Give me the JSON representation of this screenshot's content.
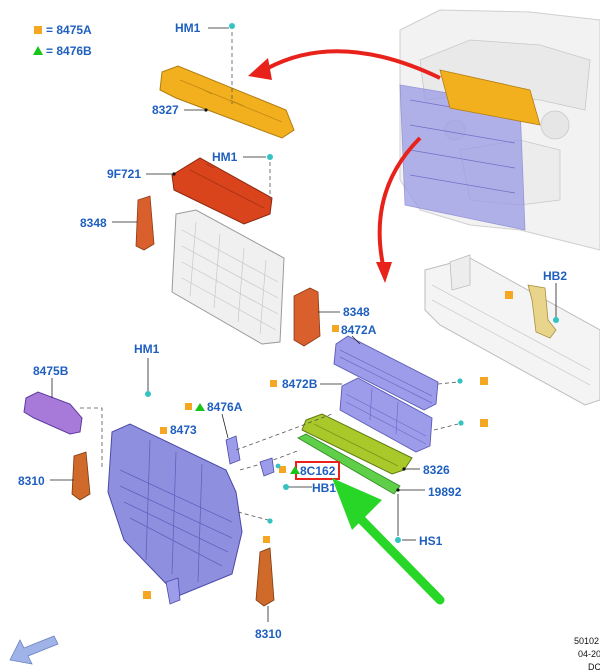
{
  "legend": {
    "square_label": "= 8475A",
    "triangle_label": "= 8476B",
    "square_color": "#f5a623",
    "triangle_color": "#19c419"
  },
  "labels": {
    "hm1_top": "HM1",
    "l8327": "8327",
    "hm1_mid": "HM1",
    "l9f721": "9F721",
    "l8348_left": "8348",
    "l8348_right": "8348",
    "l8472a": "8472A",
    "hb2": "HB2",
    "hm1_low": "HM1",
    "l8475b": "8475B",
    "l8472b": "8472B",
    "l8476a": "8476A",
    "l8473": "8473",
    "l8326": "8326",
    "l8310_left": "8310",
    "l8c162": "8C162",
    "hb1": "HB1",
    "l19892": "19892",
    "hs1": "HS1",
    "l8310_bottom": "8310"
  },
  "reference": {
    "line1": "50102",
    "line2": "04-20",
    "line3": "DC"
  },
  "colors": {
    "highlight_box": "#e8221b",
    "green_arrow": "#27d627",
    "red_arrow": "#e8221b",
    "shield_orange": "#f2b01e",
    "deflector_red": "#d9441c",
    "bracket_brown": "#d06a2a",
    "frame_purple": "#8f8fe0",
    "seal_green": "#a9c92a",
    "label_blue": "#1f5fbf"
  }
}
